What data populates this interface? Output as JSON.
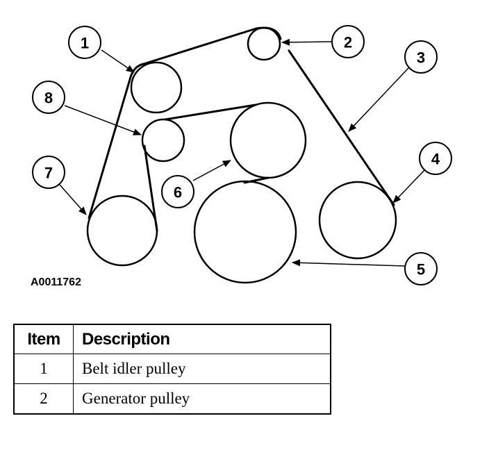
{
  "figure": {
    "id": "A0011762",
    "callouts": [
      "1",
      "2",
      "3",
      "4",
      "5",
      "6",
      "7",
      "8"
    ]
  },
  "legend": {
    "headers": {
      "item": "Item",
      "description": "Description"
    },
    "rows": [
      {
        "item": "1",
        "description": "Belt idler pulley"
      },
      {
        "item": "2",
        "description": "Generator pulley"
      }
    ]
  }
}
